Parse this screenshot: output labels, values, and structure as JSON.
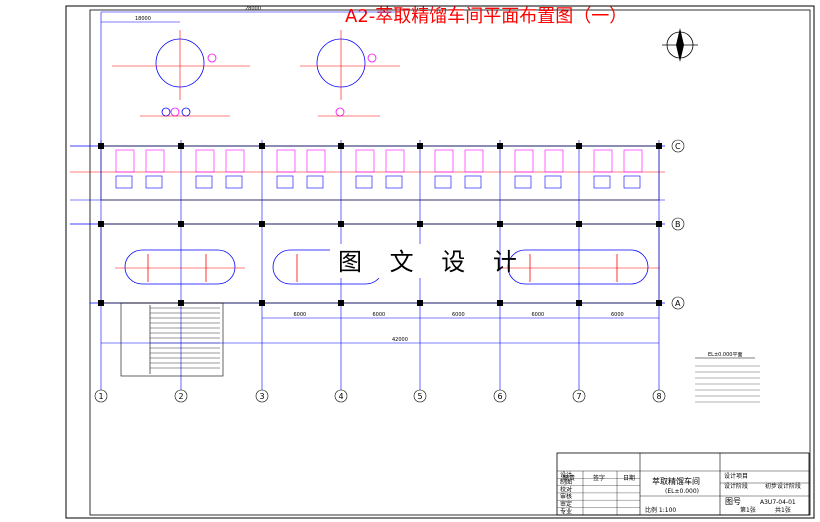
{
  "title": "A2-萃取精馏车间平面布置图（一）",
  "overlay_text": "图 文 设 计",
  "axis_numbers": [
    "1",
    "2",
    "3",
    "4",
    "5",
    "6",
    "7",
    "8"
  ],
  "axis_letters": [
    "C",
    "B",
    "A"
  ],
  "total_dimension": "42000",
  "bay_dimensions": [
    "6000",
    "6000",
    "6000",
    "6000",
    "6000"
  ],
  "top_dimensions": [
    "28000",
    "18000"
  ],
  "plan_label": "EL±0.000平面",
  "table": {
    "labels": [
      "设计",
      "制图",
      "校对",
      "审核",
      "审定",
      "专业"
    ],
    "headers": [
      "职责",
      "签字",
      "日期"
    ],
    "drawing_name": "萃取精馏车间",
    "drawing_sub": "(EL±0.000)",
    "tag1": "设计项目",
    "tag2": "设计阶段",
    "stage_value": "初步设计阶段",
    "drawing_no_label": "图号",
    "drawing_no": "A3U7-04-01",
    "scale": "比例 1:100",
    "sheet": "第1张",
    "total": "共1张"
  }
}
